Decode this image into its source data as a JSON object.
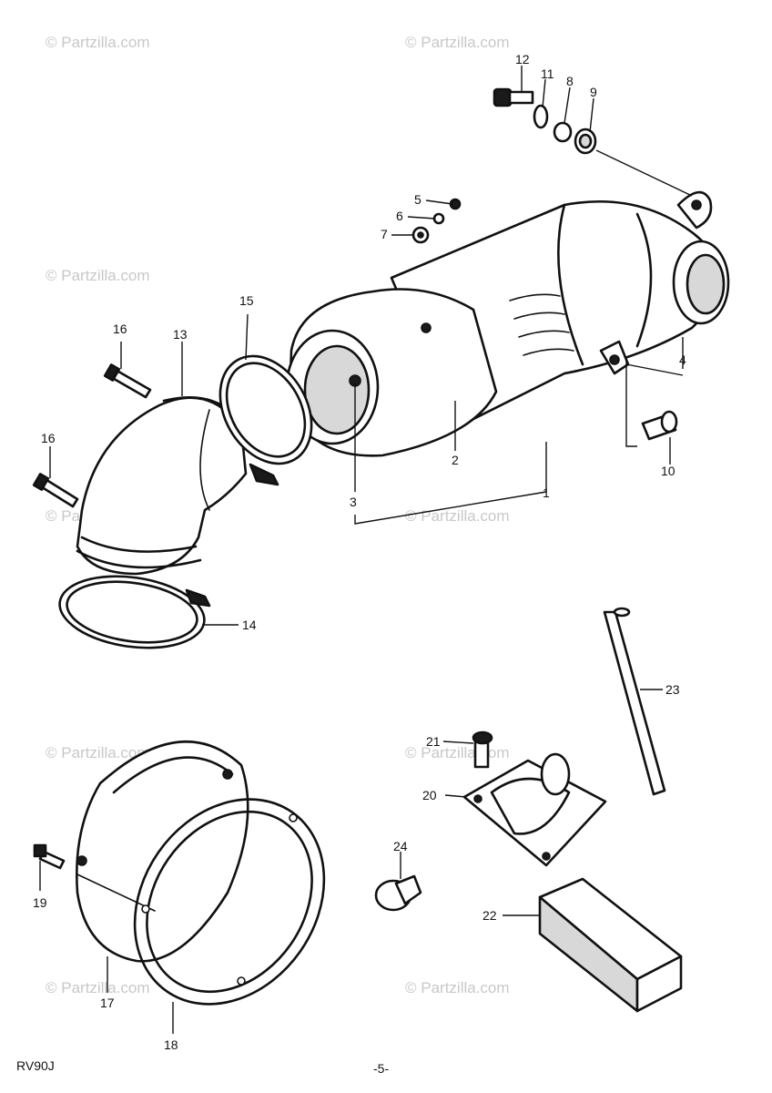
{
  "callouts": {
    "c1": "1",
    "c2": "2",
    "c3": "3",
    "c4": "4",
    "c5": "5",
    "c6": "6",
    "c7": "7",
    "c8": "8",
    "c9": "9",
    "c10": "10",
    "c11": "11",
    "c12": "12",
    "c13": "13",
    "c14": "14",
    "c15": "15",
    "c16a": "16",
    "c16b": "16",
    "c17": "17",
    "c18": "18",
    "c19": "19",
    "c20": "20",
    "c21": "21",
    "c22": "22",
    "c23": "23",
    "c24": "24"
  },
  "watermark": "© Partzilla.com",
  "footer": {
    "code": "RV90J",
    "page": "-5-"
  }
}
